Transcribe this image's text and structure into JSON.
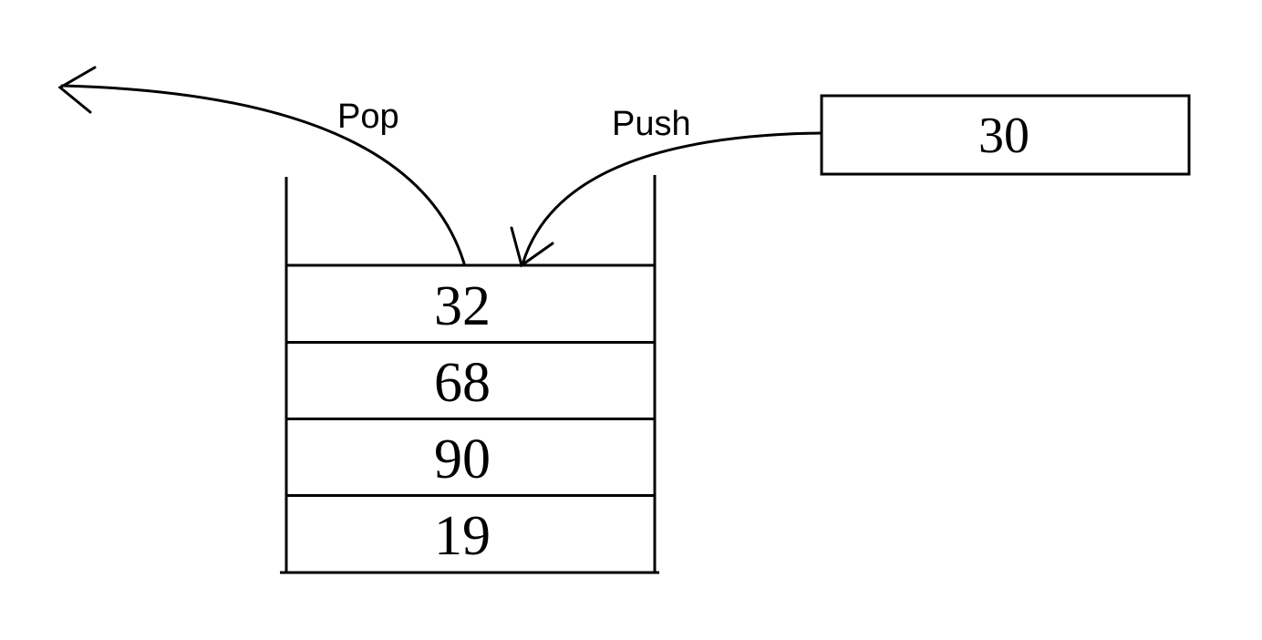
{
  "diagram": {
    "type": "stack-push-pop",
    "background_color": "#ffffff",
    "line_color": "#000000",
    "text_color": "#000000",
    "pop": {
      "label": "Pop"
    },
    "push": {
      "label": "Push"
    },
    "incoming_box": {
      "value": "30"
    },
    "stack": {
      "cells": [
        {
          "value": "32"
        },
        {
          "value": "68"
        },
        {
          "value": "90"
        },
        {
          "value": "19"
        }
      ],
      "top_value": "32",
      "order_top_to_bottom": [
        "32",
        "68",
        "90",
        "19"
      ]
    }
  }
}
